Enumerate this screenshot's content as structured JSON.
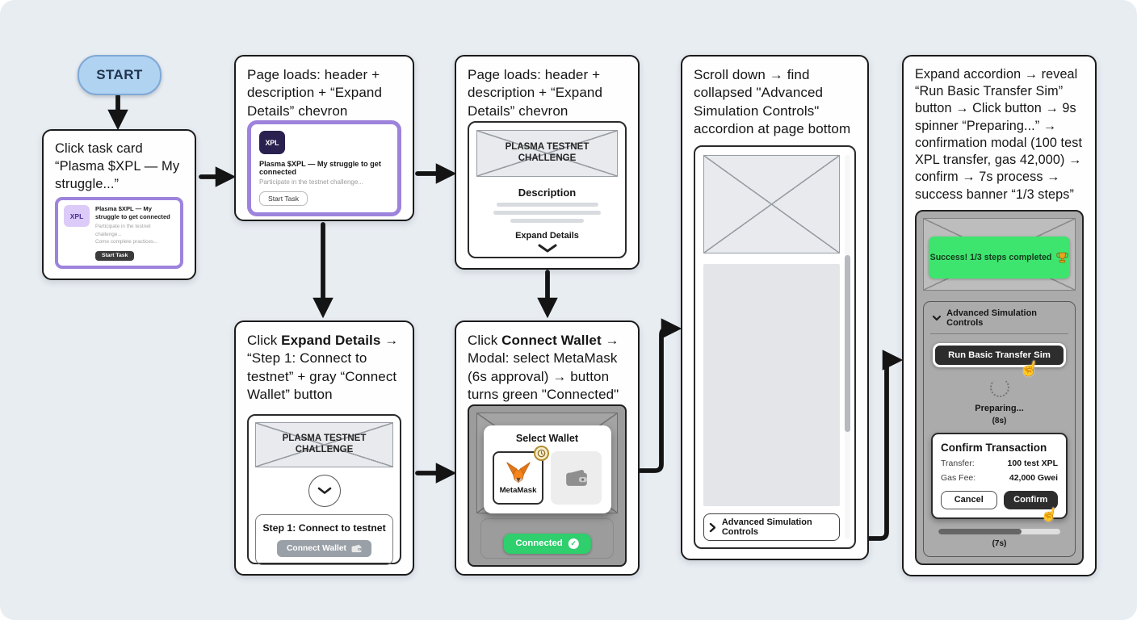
{
  "colors": {
    "background": "#e8edf2",
    "accent_purple": "#9d83dc",
    "start_blue": "#b1d3f2",
    "success_green": "#3de56e",
    "connected_green": "#2fcf6e"
  },
  "start": {
    "label": "START"
  },
  "box1": {
    "caption": "Click task card “Plasma $XPL — My struggle...”",
    "card": {
      "badge": "XPL",
      "title": "Plasma $XPL — My struggle to get connected",
      "desc_line1": "Participate in the testnet challenge...",
      "desc_line2": "Come complete practices...",
      "button": "Start Task"
    }
  },
  "box2": {
    "caption": "Page loads: header + description + “Expand Details” chevron",
    "card": {
      "badge": "XPL",
      "title": "Plasma $XPL — My struggle to get connected",
      "desc": "Participate in the testnet challenge...",
      "button": "Start Task"
    }
  },
  "box3": {
    "caption": "Page loads: header + description + “Expand Details” chevron",
    "wire": {
      "header": "PLASMA TESTNET CHALLENGE",
      "description_label": "Description",
      "expand_label": "Expand Details"
    }
  },
  "box4": {
    "caption": "Scroll down → find collapsed \"Advanced Simulation Controls\" accordion at page bottom",
    "accordion_label": "Advanced Simulation Controls"
  },
  "box5": {
    "caption": "Expand accordion → reveal “Run Basic Transfer Sim” button → Click button → 9s spinner “Preparing...” → confirmation modal (100 test XPL transfer, gas 42,000) → confirm → 7s process → success banner “1/3 steps”",
    "ui": {
      "success_banner": "Success! 1/3 steps completed",
      "accordion_label": "Advanced Simulation Controls",
      "run_button": "Run Basic Transfer Sim",
      "preparing_label": "Preparing...",
      "preparing_time": "(8s)",
      "modal": {
        "title": "Confirm Transaction",
        "transfer_label": "Transfer:",
        "transfer_value": "100 test XPL",
        "gas_label": "Gas Fee:",
        "gas_value": "42,000 Gwei",
        "cancel_button": "Cancel",
        "confirm_button": "Confirm"
      },
      "process_time": "(7s)"
    }
  },
  "box6": {
    "caption_prefix": "Click ",
    "caption_bold": "Expand Details",
    "caption_suffix": " → “Step 1: Connect to testnet” + gray “Connect Wallet” button",
    "wire": {
      "header": "PLASMA TESTNET CHALLENGE",
      "step_title": "Step 1: Connect to testnet",
      "connect_button": "Connect Wallet"
    }
  },
  "box7": {
    "caption_prefix": "Click ",
    "caption_bold": "Connect Wallet",
    "caption_suffix": " → Modal: select MetaMask (6s approval) → button turns green \"Connected\"",
    "wire": {
      "modal_title": "Select Wallet",
      "metamask_label": "MetaMask",
      "connected_button": "Connected"
    }
  }
}
